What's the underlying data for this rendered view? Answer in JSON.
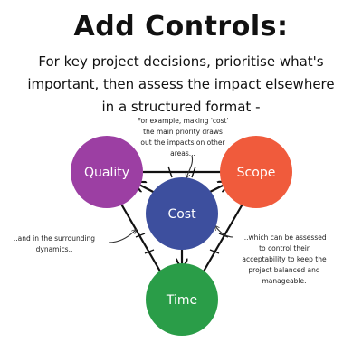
{
  "title": "Add Controls:",
  "subtitle_lines": [
    "For key project decisions, prioritise what's",
    "important, then assess the impact elsewhere",
    "in a structured format -"
  ],
  "notes": {
    "top": [
      "For example, making 'cost'",
      "the main priority draws",
      "out the impacts on other",
      "areas..."
    ],
    "left": [
      "..and in the surrounding",
      "dynamics.."
    ],
    "right": [
      "...which can be assessed",
      "to control their",
      "acceptability to keep the",
      "project balanced and",
      "manageable."
    ]
  },
  "nodes": {
    "quality": {
      "label": "Quality",
      "color": "#9c3fa3"
    },
    "scope": {
      "label": "Scope",
      "color": "#f05b3c"
    },
    "cost": {
      "label": "Cost",
      "color": "#3d4f9e"
    },
    "time": {
      "label": "Time",
      "color": "#2a9d48"
    }
  }
}
